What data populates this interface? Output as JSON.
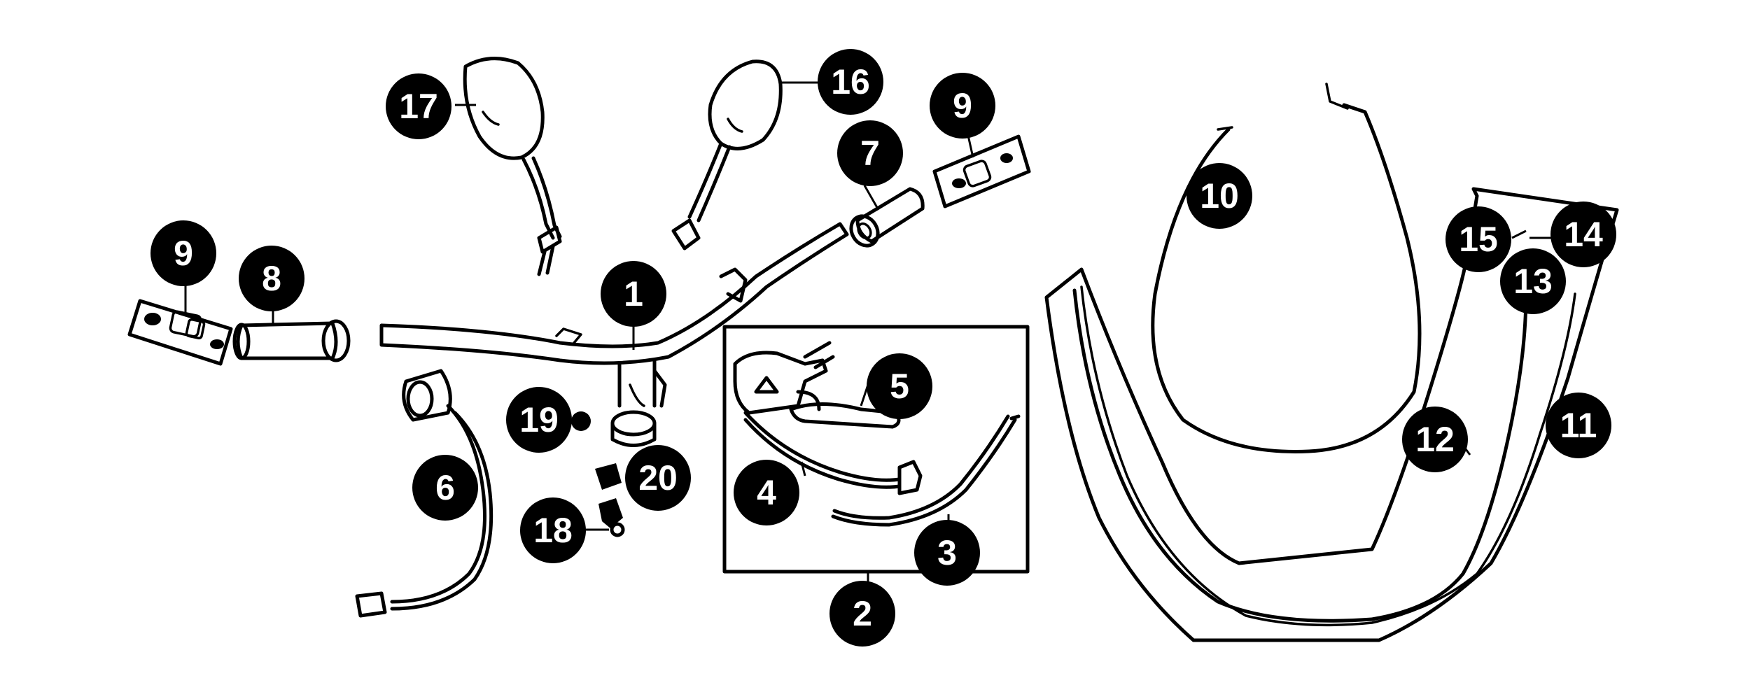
{
  "colors": {
    "line": "#000000",
    "background": "#ffffff",
    "callout_fill": "#000000",
    "callout_text": "#ffffff"
  },
  "callouts": {
    "c1": "1",
    "c2": "2",
    "c3": "3",
    "c4": "4",
    "c5": "5",
    "c6": "6",
    "c7": "7",
    "c8": "8",
    "c9a": "9",
    "c9b": "9",
    "c10": "10",
    "c11": "11",
    "c12": "12",
    "c13": "13",
    "c14": "14",
    "c15": "15",
    "c16": "16",
    "c17": "17",
    "c18": "18",
    "c19": "19",
    "c20": "20"
  }
}
